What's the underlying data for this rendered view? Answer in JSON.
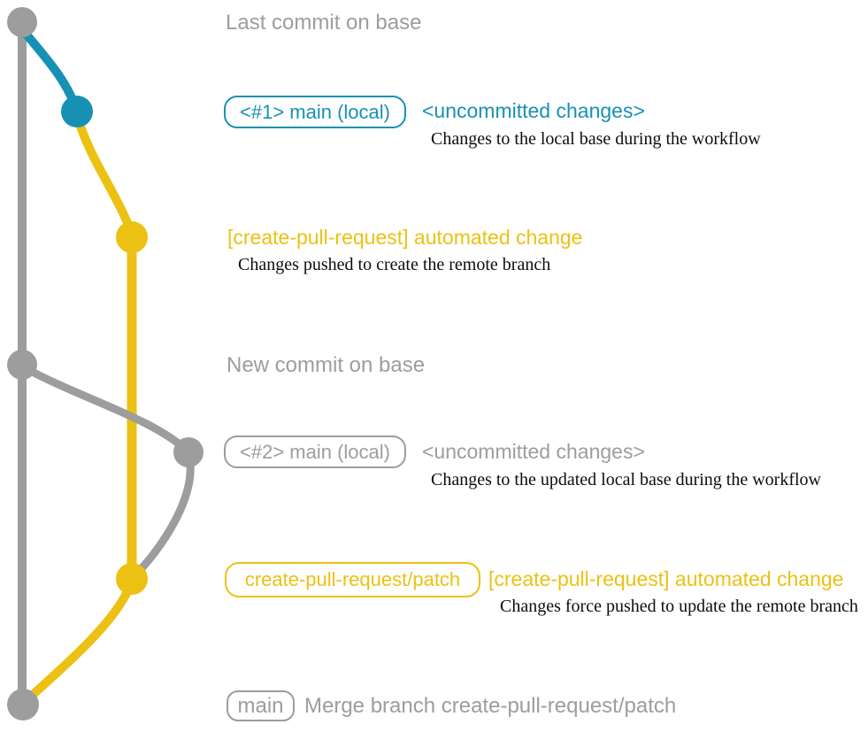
{
  "colors": {
    "base-gray": "#9d9d9d",
    "local-blue": "#1791b3",
    "branch-yellow": "#ecc113",
    "text-black": "#0d0d0d"
  },
  "icons": {
    "commit_dot": "filled-circle",
    "branch_edge": "curved-line"
  },
  "annotations": {
    "last_commit": "Last commit on base",
    "new_commit": "New commit on base",
    "merge_commit": "Merge branch create-pull-request/patch"
  },
  "badges": {
    "main_local_1": "<#1> main (local)",
    "main_local_2": "<#2> main (local)",
    "patch_branch": "create-pull-request/patch",
    "main": "main"
  },
  "messages": {
    "uncommitted_1": "<uncommitted changes>",
    "uncommitted_1_desc": "Changes to the local base during the workflow",
    "automated_1": "[create-pull-request] automated change",
    "automated_1_desc": "Changes pushed to create the remote branch",
    "uncommitted_2": "<uncommitted changes>",
    "uncommitted_2_desc": "Changes to the updated local base during the workflow",
    "automated_2": "[create-pull-request] automated change",
    "automated_2_desc": "Changes force pushed to update the remote branch"
  }
}
